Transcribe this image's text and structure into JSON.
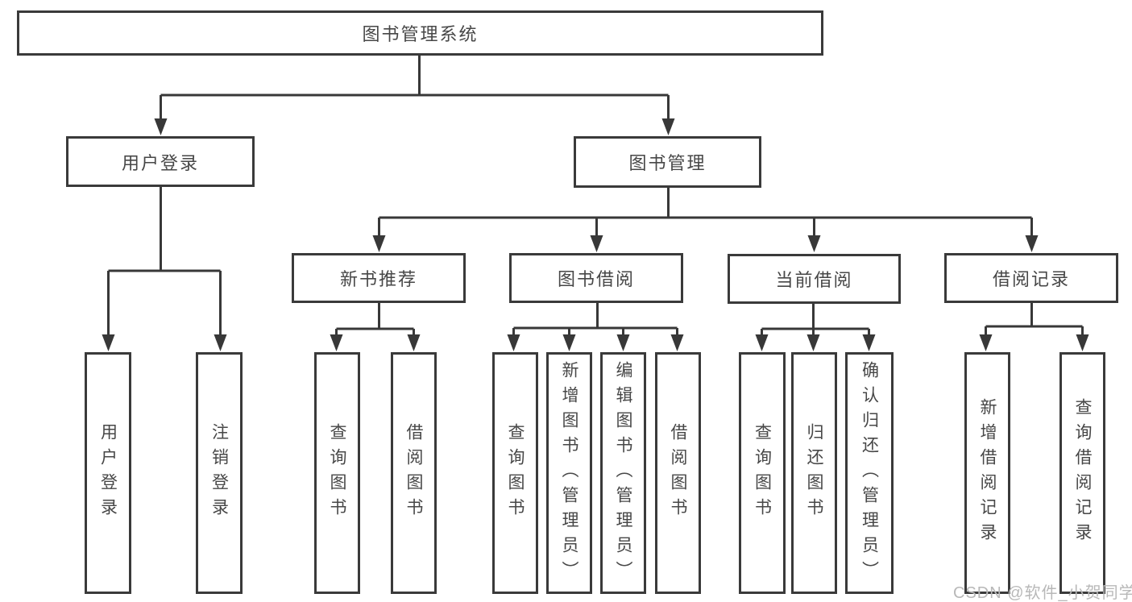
{
  "tree": {
    "root": {
      "label": "图书管理系统"
    },
    "branches": [
      {
        "label": "用户登录",
        "children": [
          {
            "label": "用户登录"
          },
          {
            "label": "注销登录"
          }
        ]
      },
      {
        "label": "图书管理",
        "children": [
          {
            "label": "新书推荐",
            "children": [
              {
                "label": "查询图书"
              },
              {
                "label": "借阅图书"
              }
            ]
          },
          {
            "label": "图书借阅",
            "children": [
              {
                "label": "查询图书"
              },
              {
                "label": "新增图书（管理员）"
              },
              {
                "label": "编辑图书（管理员）"
              },
              {
                "label": "借阅图书"
              }
            ]
          },
          {
            "label": "当前借阅",
            "children": [
              {
                "label": "查询图书"
              },
              {
                "label": "归还图书"
              },
              {
                "label": "确认归还（管理员）"
              }
            ]
          },
          {
            "label": "借阅记录",
            "children": [
              {
                "label": "新增借阅记录"
              },
              {
                "label": "查询借阅记录"
              }
            ]
          }
        ]
      }
    ]
  },
  "watermark": {
    "text": "CSDN @软件_小贺同学"
  },
  "colors": {
    "line": "#383838",
    "node_border": "#3a3a3a",
    "node_text": "#474747",
    "watermark_text": "#b8b8b8"
  }
}
